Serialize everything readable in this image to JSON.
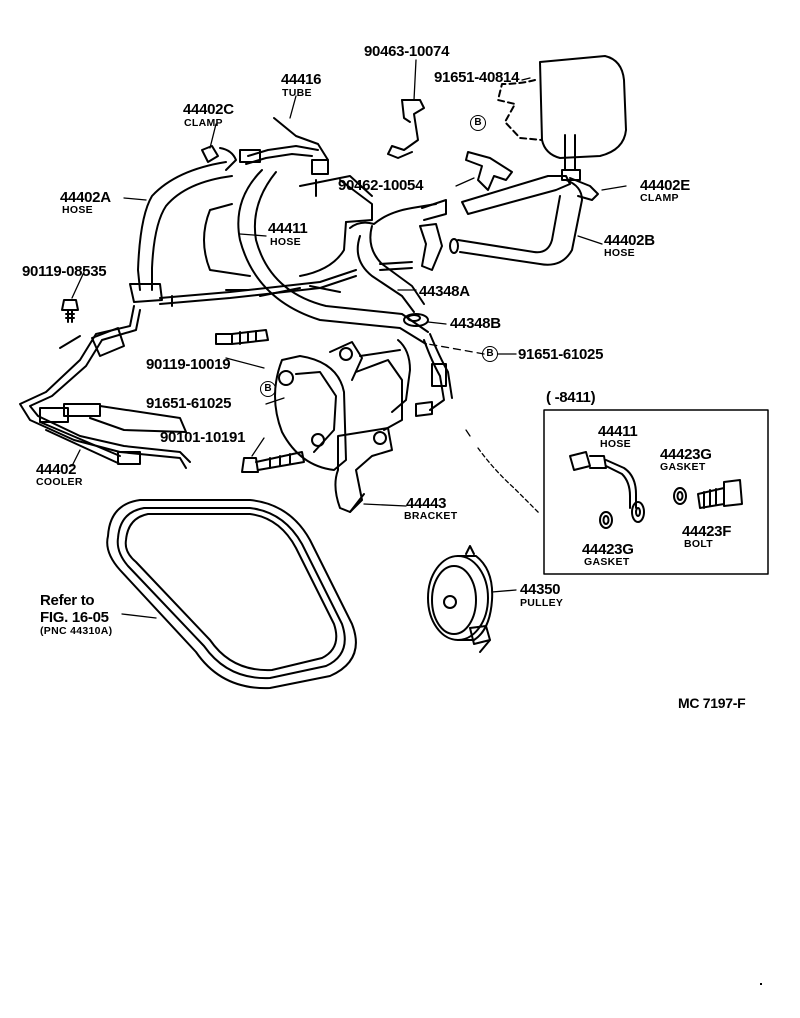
{
  "labels": {
    "p90463_10074": "90463-10074",
    "p91651_40814": "91651-40814",
    "p44416": "44416",
    "p44416_sub": "TUBE",
    "p44402C": "44402C",
    "p44402C_sub": "CLAMP",
    "p44402A": "44402A",
    "p44402A_sub": "HOSE",
    "p44411": "44411",
    "p44411_sub": "HOSE",
    "p90462_10054": "90462-10054",
    "p44402E": "44402E",
    "p44402E_sub": "CLAMP",
    "p44402B": "44402B",
    "p44402B_sub": "HOSE",
    "p90119_08535": "90119-08535",
    "p44348A": "44348A",
    "p44348B": "44348B",
    "p91651_61025_r": "91651-61025",
    "p90119_10019": "90119-10019",
    "p91651_61025_l": "91651-61025",
    "p90101_10191": "90101-10191",
    "p44402": "44402",
    "p44402_sub": "COOLER",
    "p44443": "44443",
    "p44443_sub": "BRACKET",
    "inset_title": "(        -8411)",
    "inset_44411": "44411",
    "inset_44411_sub": "HOSE",
    "inset_44423G_top": "44423G",
    "inset_44423G_top_sub": "GASKET",
    "inset_44423F": "44423F",
    "inset_44423F_sub": "BOLT",
    "inset_44423G_bot": "44423G",
    "inset_44423G_bot_sub": "GASKET",
    "p44350": "44350",
    "p44350_sub": "PULLEY",
    "refer_line1": "Refer to",
    "refer_line2": "FIG. 16-05",
    "refer_line3": "(PNC 44310A)",
    "figure_code": "MC  7197-F",
    "b_mark": "B"
  }
}
